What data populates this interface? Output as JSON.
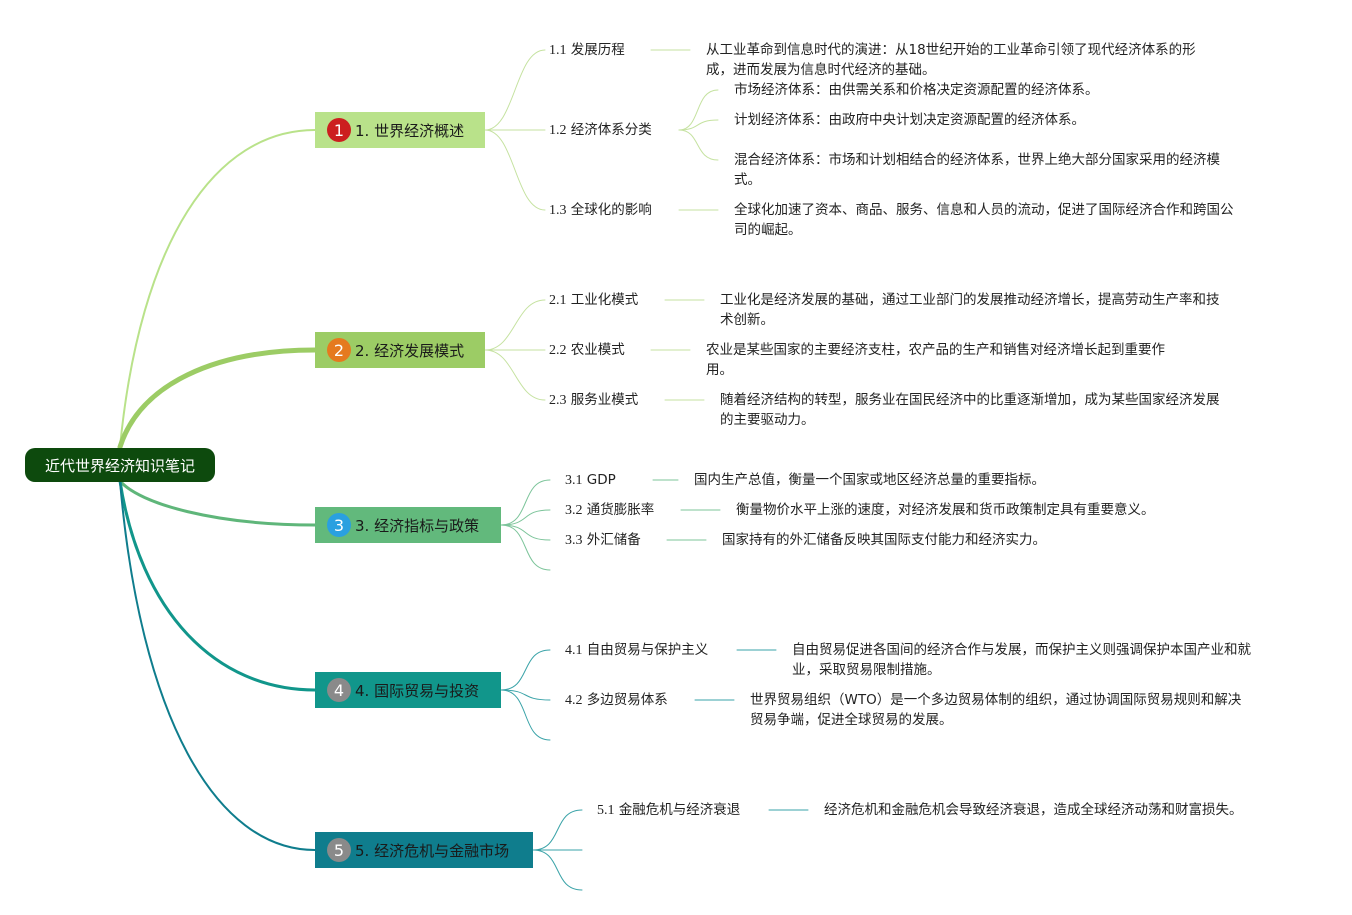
{
  "colors": {
    "root_bg": "#0d4a0d",
    "root_text": "#ffffff",
    "b1": "#b9e28a",
    "b2": "#9ccc65",
    "b3": "#62b97c",
    "b4": "#11968b",
    "b5": "#0f7d8d",
    "badge1": "#cc1f1f",
    "badge2": "#e57a1f",
    "badge3": "#2aa0e0",
    "badge4": "#8a8a8a",
    "badge5": "#8a8a8a"
  },
  "root": {
    "label": "近代世界经济知识笔记"
  },
  "branches": [
    {
      "badge": "1",
      "label": "1. 世界经济概述",
      "children": [
        {
          "num": "1.1",
          "label": "发展历程",
          "leaves": [
            "从工业革命到信息时代的演进：从18世纪开始的工业革命引领了现代经济体系的形成，进而发展为信息时代经济的基础。"
          ]
        },
        {
          "num": "1.2",
          "label": "经济体系分类",
          "leaves": [
            "市场经济体系：由供需关系和价格决定资源配置的经济体系。",
            "计划经济体系：由政府中央计划决定资源配置的经济体系。",
            "混合经济体系：市场和计划相结合的经济体系，世界上绝大部分国家采用的经济模式。"
          ]
        },
        {
          "num": "1.3",
          "label": "全球化的影响",
          "leaves": [
            "全球化加速了资本、商品、服务、信息和人员的流动，促进了国际经济合作和跨国公司的崛起。"
          ]
        }
      ]
    },
    {
      "badge": "2",
      "label": "2. 经济发展模式",
      "children": [
        {
          "num": "2.1",
          "label": "工业化模式",
          "leaves": [
            "工业化是经济发展的基础，通过工业部门的发展推动经济增长，提高劳动生产率和技术创新。"
          ]
        },
        {
          "num": "2.2",
          "label": "农业模式",
          "leaves": [
            "农业是某些国家的主要经济支柱，农产品的生产和销售对经济增长起到重要作用。"
          ]
        },
        {
          "num": "2.3",
          "label": "服务业模式",
          "leaves": [
            "随着经济结构的转型，服务业在国民经济中的比重逐渐增加，成为某些国家经济发展的主要驱动力。"
          ]
        }
      ]
    },
    {
      "badge": "3",
      "label": "3. 经济指标与政策",
      "children": [
        {
          "num": "3.1",
          "label": "GDP",
          "leaves": [
            "国内生产总值，衡量一个国家或地区经济总量的重要指标。"
          ]
        },
        {
          "num": "3.2",
          "label": "通货膨胀率",
          "leaves": [
            "衡量物价水平上涨的速度，对经济发展和货币政策制定具有重要意义。"
          ]
        },
        {
          "num": "3.3",
          "label": "外汇储备",
          "leaves": [
            "国家持有的外汇储备反映其国际支付能力和经济实力。"
          ]
        }
      ]
    },
    {
      "badge": "4",
      "label": "4. 国际贸易与投资",
      "children": [
        {
          "num": "4.1",
          "label": "自由贸易与保护主义",
          "leaves": [
            "自由贸易促进各国间的经济合作与发展，而保护主义则强调保护本国产业和就业，采取贸易限制措施。"
          ]
        },
        {
          "num": "4.2",
          "label": "多边贸易体系",
          "leaves": [
            "世界贸易组织（WTO）是一个多边贸易体制的组织，通过协调国际贸易规则和解决贸易争端，促进全球贸易的发展。"
          ]
        }
      ]
    },
    {
      "badge": "5",
      "label": "5. 经济危机与金融市场",
      "children": [
        {
          "num": "5.1",
          "label": "金融危机与经济衰退",
          "leaves": [
            "经济危机和金融危机会导致经济衰退，造成全球经济动荡和财富损失。"
          ]
        }
      ]
    }
  ]
}
